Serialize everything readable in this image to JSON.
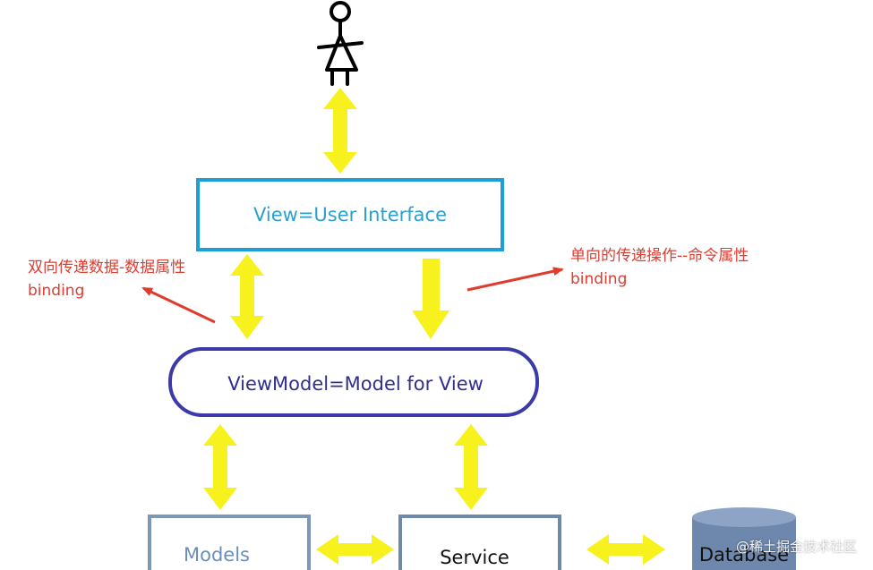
{
  "colors": {
    "arrow_fill": "#f7f21e",
    "view_box_stroke": "#1a9fd6",
    "view_text": "#2aa0d2",
    "viewmodel_stroke": "#3b3aa8",
    "viewmodel_text": "#2f2f8f",
    "models_stroke": "#7f97b6",
    "models_text": "#6b8fb8",
    "service_stroke": "#6f8aa8",
    "service_text": "#111111",
    "database_fill": "#6d87ad",
    "database_top": "#8ea4c6",
    "red_label": "#e03b2f"
  },
  "nodes": {
    "view": {
      "label": "View=User Interface"
    },
    "viewmodel": {
      "label": "ViewModel=Model for View"
    },
    "models": {
      "label": "Models"
    },
    "service": {
      "label": "Service"
    },
    "database": {
      "label": "Database"
    }
  },
  "annotations": {
    "left": {
      "line1": "双向传递数据-数据属性",
      "line2": "binding"
    },
    "right": {
      "line1": "单向的传递操作--命令属性",
      "line2": "binding"
    }
  },
  "watermark": "@稀土掘金技术社区"
}
